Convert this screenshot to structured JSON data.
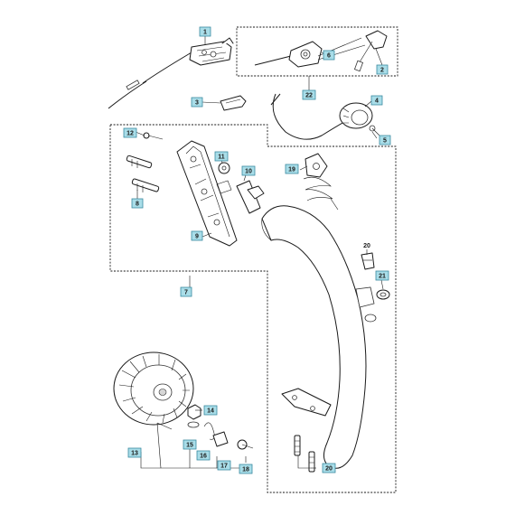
{
  "diagram": {
    "callouts": [
      {
        "id": "1",
        "label": "1"
      },
      {
        "id": "2",
        "label": "2"
      },
      {
        "id": "3",
        "label": "3"
      },
      {
        "id": "4",
        "label": "4"
      },
      {
        "id": "5",
        "label": "5"
      },
      {
        "id": "6",
        "label": "6"
      },
      {
        "id": "7",
        "label": "7"
      },
      {
        "id": "8",
        "label": "8"
      },
      {
        "id": "9",
        "label": "9"
      },
      {
        "id": "10",
        "label": "10"
      },
      {
        "id": "11",
        "label": "11"
      },
      {
        "id": "12",
        "label": "12"
      },
      {
        "id": "13",
        "label": "13"
      },
      {
        "id": "14",
        "label": "14"
      },
      {
        "id": "15",
        "label": "15"
      },
      {
        "id": "16",
        "label": "16"
      },
      {
        "id": "17",
        "label": "17"
      },
      {
        "id": "18",
        "label": "18"
      },
      {
        "id": "19",
        "label": "19"
      },
      {
        "id": "21",
        "label": "21"
      },
      {
        "id": "22",
        "label": "22"
      },
      {
        "id": "20b",
        "label": "20"
      }
    ],
    "plain_labels": [
      {
        "id": "20a",
        "label": "20"
      }
    ]
  }
}
